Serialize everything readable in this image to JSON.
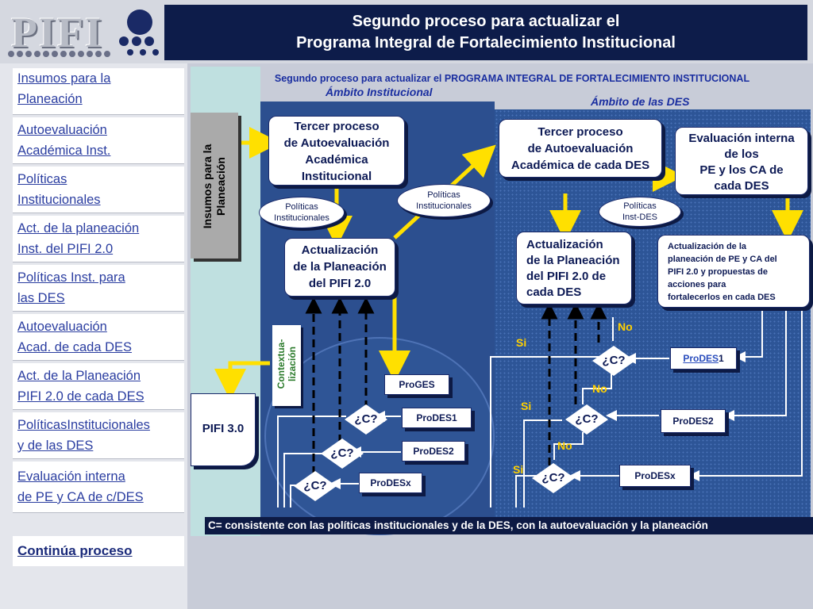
{
  "header": {
    "logo": "PIFI",
    "title_line1": "Segundo proceso para actualizar el",
    "title_line2": "Programa Integral de Fortalecimiento Institucional"
  },
  "sidebar": {
    "items": [
      {
        "line1": "Insumos para la",
        "line2": "Planeación"
      },
      {
        "line1": "Autoevaluación",
        "line2": "Académica Inst."
      },
      {
        "line1": "Políticas",
        "line2": "Institucionales"
      },
      {
        "line1": "Act. de la planeación",
        "line2": "Inst. del PIFI 2.0"
      },
      {
        "line1": "Políticas Inst. para",
        "line2": "las DES"
      },
      {
        "line1": "Autoevaluación",
        "line2": "Acad. de cada DES"
      },
      {
        "line1": "Act. de la Planeación",
        "line2": "PIFI 2.0 de cada DES"
      },
      {
        "line1": "PolíticasInstitucionales",
        "line2": "y de las DES"
      },
      {
        "line1": "Evaluación interna",
        "line2": "de PE y CA de c/DES"
      }
    ],
    "continue_label": "Continúa  proceso"
  },
  "diagram": {
    "subtitle": "Segundo proceso para actualizar el PROGRAMA INTEGRAL DE FORTALECIMIENTO INSTITUCIONAL",
    "ambito_institucional": "Ámbito Institucional",
    "ambito_des": "Ámbito de las DES",
    "insumos_vertical": "Insumos para la Planeación",
    "contextualizacion": "Contextua-lización",
    "pifi30": "PIFI 3.0",
    "inst_tercer": [
      "Tercer proceso",
      "de Autoevaluación",
      "Académica",
      "Institucional"
    ],
    "des_tercer": [
      "Tercer proceso",
      "de Autoevaluación",
      "Académica de cada DES"
    ],
    "eval_interna": [
      "Evaluación interna",
      "de los",
      "PE y los CA de",
      "cada DES"
    ],
    "oval_politicas_inst_1": [
      "Políticas",
      "Institucionales"
    ],
    "oval_politicas_inst_2": [
      "Políticas",
      "Institucionales"
    ],
    "oval_politicas_des": [
      "Políticas",
      "Inst-DES"
    ],
    "inst_actualizacion": [
      "Actualización",
      "de la Planeación",
      "del PIFI 2.0"
    ],
    "des_actualizacion": [
      "Actualización",
      "de la Planeación",
      "del PIFI 2.0 de",
      "cada DES"
    ],
    "des_actualizacion_small": [
      "Actualización de la",
      "planeación de PE y CA del",
      "PIFI 2.0 y propuestas de",
      "acciones para",
      "fortalecerlos en cada DES"
    ],
    "proges": "ProGES",
    "inst_prodes1": "ProDES1",
    "inst_prodes2": "ProDES2",
    "inst_prodesx": "ProDESx",
    "des_prodes1_a": "ProDES",
    "des_prodes1_b": "1",
    "des_prodes2": "ProDES2",
    "des_prodesx": "ProDESx",
    "decision": "¿C?",
    "si": "Si",
    "no": "No",
    "footnote": "C= consistente con las políticas institucionales y de la DES, con la autoevaluación y la planeación"
  }
}
